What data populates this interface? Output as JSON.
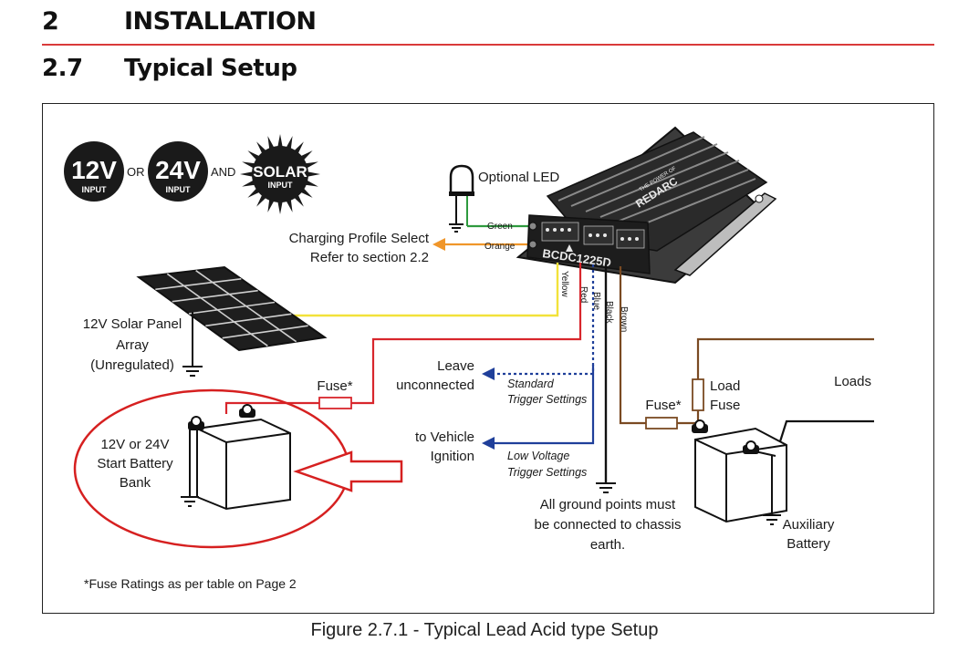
{
  "section": {
    "number": "2",
    "title": "INSTALLATION"
  },
  "subsection": {
    "number": "2.7",
    "title": "Typical Setup"
  },
  "badges": {
    "b12": {
      "main": "12V",
      "sub": "INPUT"
    },
    "or": "OR",
    "b24": {
      "main": "24V",
      "sub": "INPUT"
    },
    "and": "AND",
    "solar": {
      "main": "SOLAR",
      "sub": "INPUT"
    }
  },
  "labels": {
    "optional_led": "Optional LED",
    "charging_profile_1": "Charging Profile Select",
    "charging_profile_2": "Refer to section 2.2",
    "solar_panel_1": "12V Solar Panel",
    "solar_panel_2": "Array",
    "solar_panel_3": "(Unregulated)",
    "fuse_left": "Fuse*",
    "fuse_right": "Fuse*",
    "load_fuse_1": "Load",
    "load_fuse_2": "Fuse",
    "loads": "Loads",
    "leave_1": "Leave",
    "leave_2": "unconnected",
    "standard_1": "Standard",
    "standard_2": "Trigger Settings",
    "ignition_1": "to Vehicle",
    "ignition_2": "Ignition",
    "lowv_1": "Low Voltage",
    "lowv_2": "Trigger Settings",
    "start_batt_1": "12V or 24V",
    "start_batt_2": "Start Battery",
    "start_batt_3": "Bank",
    "ground_1": "All ground points must",
    "ground_2": "be connected to chassis",
    "ground_3": "earth.",
    "aux_1": "Auxiliary",
    "aux_2": "Battery",
    "footnote": "*Fuse Ratings as per table on Page 2"
  },
  "wires": {
    "green": "Green",
    "orange": "Orange",
    "yellow": "Yellow",
    "red": "Red",
    "blue": "Blue",
    "black": "Black",
    "brown": "Brown"
  },
  "device": {
    "brand": "REDARC",
    "model": "BCDC1225D",
    "tagline": "THE POWER OF"
  },
  "colors": {
    "green": "#2e9a3e",
    "orange": "#f0962a",
    "yellow": "#f2e23a",
    "red": "#d8262c",
    "blue": "#1f3f9a",
    "black": "#111111",
    "brown": "#7a4a22",
    "highlight": "#d62020",
    "rule": "#d93a3a"
  },
  "caption": "Figure 2.7.1 - Typical Lead Acid type Setup"
}
